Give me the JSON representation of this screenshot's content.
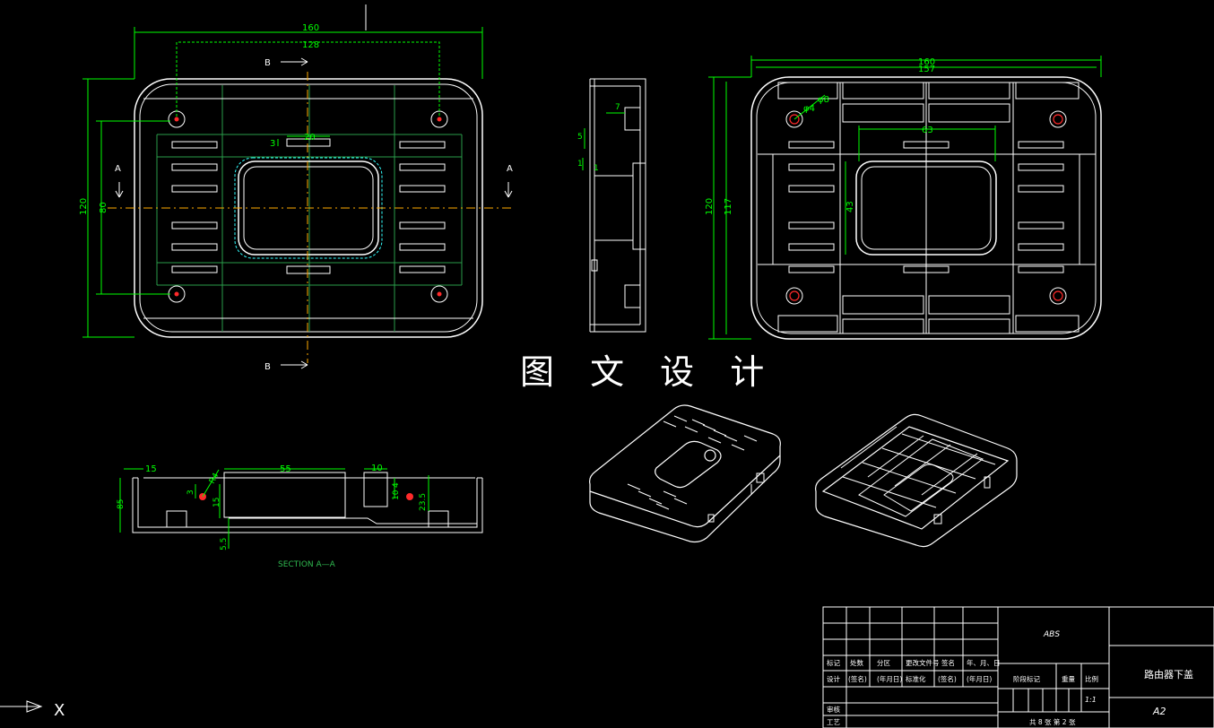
{
  "watermark": "图 文 设 计",
  "colors": {
    "background": "#000000",
    "outline": "#ffffff",
    "dimension": "#00ff00",
    "annotation": "#33ffff",
    "hole": "#ff2a2a",
    "frame": "#ffffff"
  },
  "front_view": {
    "dims": {
      "overall_width": "160",
      "overall_height": "120",
      "inner_height": "80",
      "slot_width": "20",
      "slot_height": "3",
      "width_top": "128"
    },
    "section_marks": {
      "a": "A",
      "b": "B"
    }
  },
  "side_view": {
    "dims": [
      "5",
      "7",
      "1",
      "1"
    ]
  },
  "back_view": {
    "dims": {
      "width": "160",
      "width_inner": "157",
      "height": "120",
      "height_inner": "117",
      "window_width": "63",
      "window_height": "43",
      "hole_a": "φ4",
      "hole_b": "φ8"
    }
  },
  "section_view": {
    "caption": "SECTION A—A",
    "dims": {
      "d15": "15",
      "d55": "55",
      "d10": "10",
      "d85": "85",
      "d4": "4",
      "d235": "23.5",
      "d10b": "10",
      "d3": "3",
      "dR4": "R4",
      "d15b": "15",
      "d55b": "5.5"
    }
  },
  "title_block": {
    "material": "ABS",
    "part_name": "路由器下盖",
    "sheet_size": "A2",
    "scale": "1:1",
    "sheet_info": "共 8 张 第 2 张",
    "row_labels": [
      "标记",
      "处数",
      "分区",
      "更改文件号",
      "签名",
      "年、月、日"
    ],
    "row2_labels": [
      "设计",
      "(签名)",
      "(年月日)",
      "标准化",
      "(签名)",
      "(年月日)"
    ],
    "side_labels": [
      "审核",
      "工艺"
    ],
    "mid_labels": [
      "阶段标记",
      "重量",
      "比例"
    ]
  },
  "ucs": {
    "axis_label": "X"
  }
}
